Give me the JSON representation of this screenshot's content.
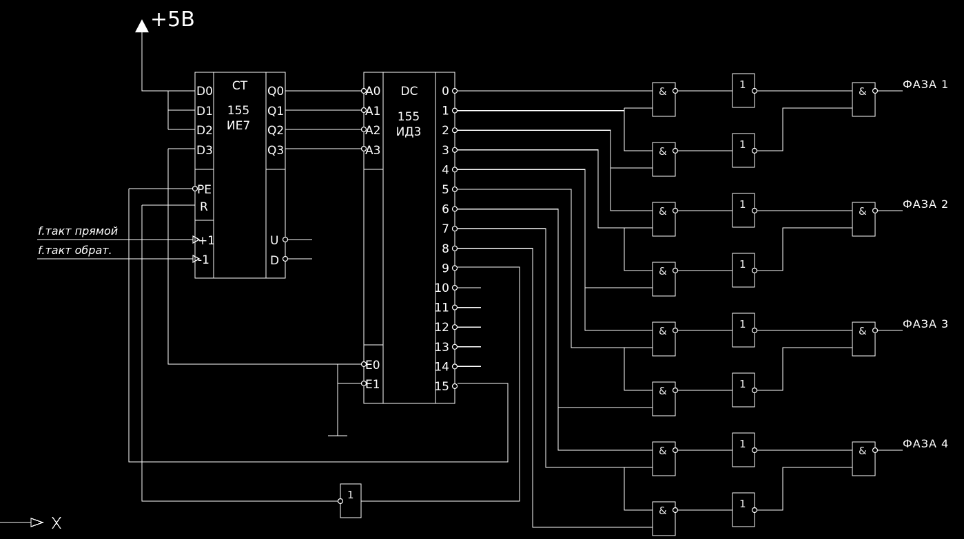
{
  "power": {
    "label": "+5B"
  },
  "counter": {
    "title": "CT",
    "series": "155",
    "part": "ИЕ7",
    "inputs": [
      "D0",
      "D1",
      "D2",
      "D3"
    ],
    "control": [
      "PE",
      "R"
    ],
    "clock": [
      "+1",
      "-1"
    ],
    "outputs": [
      "Q0",
      "Q1",
      "Q2",
      "Q3"
    ],
    "carry": [
      "U",
      "D"
    ]
  },
  "decoder": {
    "title": "DC",
    "series": "155",
    "part": "ИД3",
    "inputs": [
      "A0",
      "A1",
      "A2",
      "A3"
    ],
    "enables": [
      "E0",
      "E1"
    ],
    "outputs": [
      "0",
      "1",
      "2",
      "3",
      "4",
      "5",
      "6",
      "7",
      "8",
      "9",
      "10",
      "11",
      "12",
      "13",
      "14",
      "15"
    ]
  },
  "signals": {
    "clock_forward": "f.такт прямой",
    "clock_reverse": "f.такт обрат."
  },
  "gates": {
    "and_symbol": "&",
    "or_symbol": "1"
  },
  "phases": [
    "ФАЗА 1",
    "ФАЗА 2",
    "ФАЗА 3",
    "ФАЗА 4"
  ],
  "axis": {
    "label": "X"
  },
  "colors": {
    "background": "#000000",
    "line": "#ffffff"
  }
}
